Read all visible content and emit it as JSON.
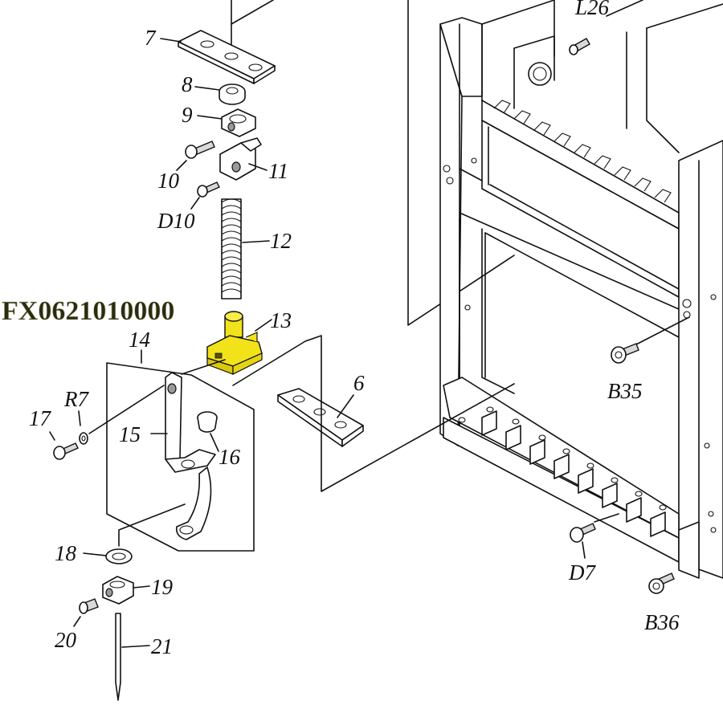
{
  "part_code": "FX0621010000",
  "highlight_color": "#F2E21A",
  "labels": {
    "p7": "7",
    "p8": "8",
    "p9": "9",
    "p10": "10",
    "p11": "11",
    "pD10": "D10",
    "p12": "12",
    "p13": "13",
    "p14": "14",
    "p15": "15",
    "p16": "16",
    "p17": "17",
    "pR7": "R7",
    "p18": "18",
    "p19": "19",
    "p20": "20",
    "p21": "21",
    "p6": "6",
    "pL26": "L26",
    "pB35": "B35",
    "pD7": "D7",
    "pB36": "B36"
  }
}
